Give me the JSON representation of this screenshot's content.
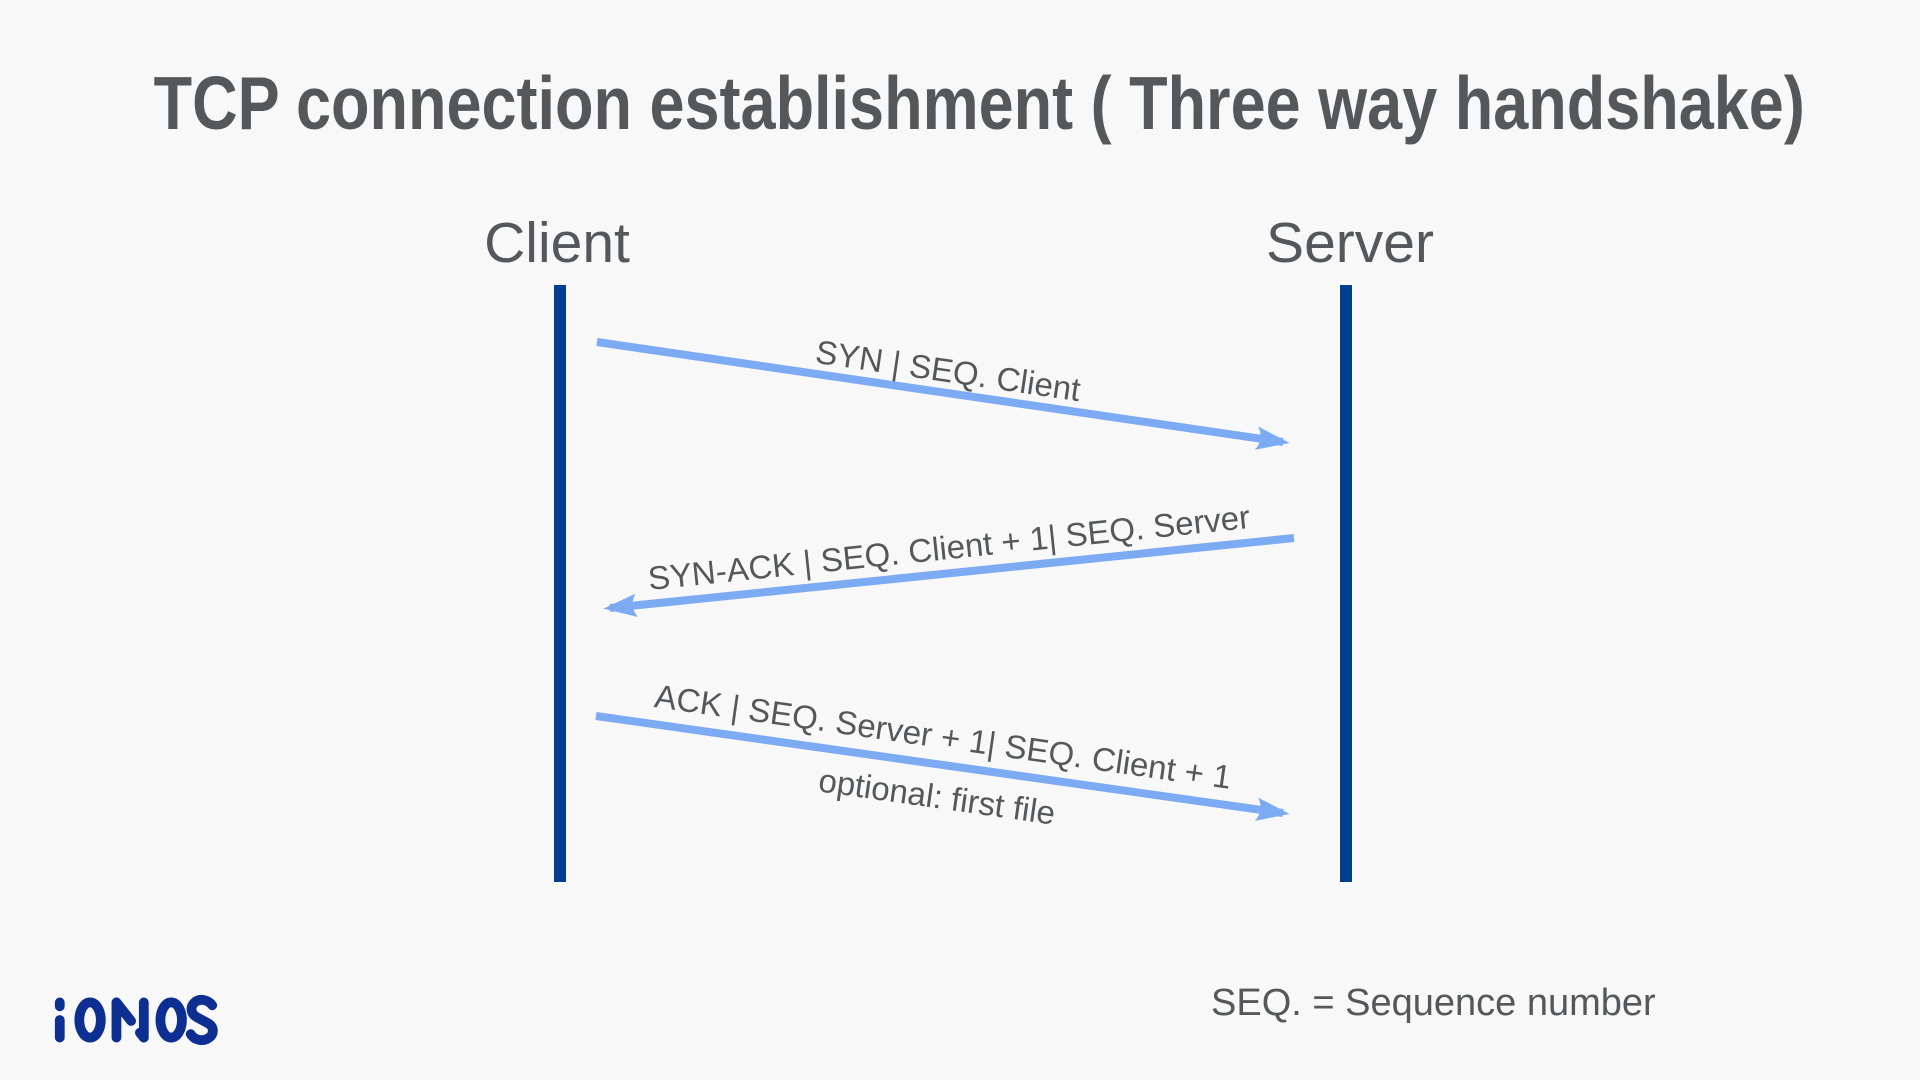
{
  "title": "TCP connection establishment ( Three way handshake)",
  "actors": {
    "client": "Client",
    "server": "Server"
  },
  "messages": [
    {
      "step": 1,
      "from": "Client",
      "to": "Server",
      "label": "SYN | SEQ. Client"
    },
    {
      "step": 2,
      "from": "Server",
      "to": "Client",
      "label": "SYN-ACK | SEQ. Client + 1| SEQ. Server"
    },
    {
      "step": 3,
      "from": "Client",
      "to": "Server",
      "label": "ACK | SEQ. Server + 1| SEQ. Client + 1",
      "sublabel": "optional: first file"
    }
  ],
  "footnote": "SEQ. = Sequence number",
  "logo": "IONOS",
  "colors": {
    "background": "#f8f8f8",
    "lifeline": "#003f90",
    "arrow": "#7caaf3",
    "text": "#54585a",
    "logo_blue": "#0d2f91"
  }
}
